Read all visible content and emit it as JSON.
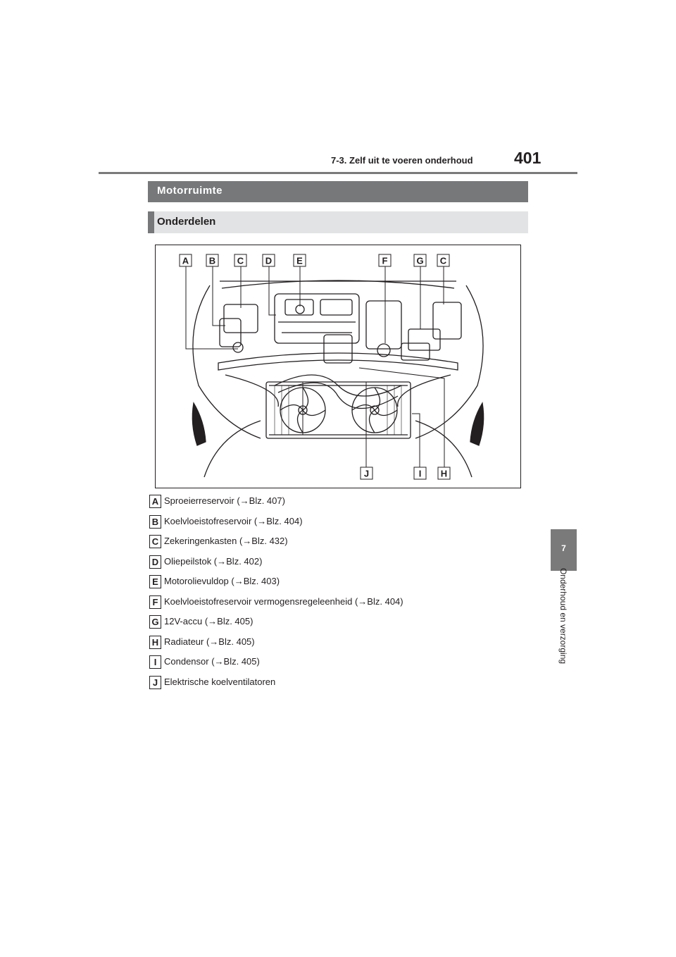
{
  "header": {
    "section": "7-3. Zelf uit te voeren onderhoud",
    "page_number": "401"
  },
  "side_tab": {
    "chapter": "7",
    "title": "Onderhoud en verzorging"
  },
  "headings": {
    "main": "Motorruimte",
    "sub": "Onderdelen"
  },
  "figure": {
    "top_labels": [
      "A",
      "B",
      "C",
      "D",
      "E",
      "F",
      "G",
      "C"
    ],
    "bottom_labels": [
      "J",
      "I",
      "H"
    ]
  },
  "items": [
    {
      "letter": "A",
      "text": "Sproeierreservoir (→Blz. 407)"
    },
    {
      "letter": "B",
      "text": "Koelvloeistofreservoir (→Blz. 404)"
    },
    {
      "letter": "C",
      "text": "Zekeringenkasten (→Blz. 432)"
    },
    {
      "letter": "D",
      "text": "Oliepeilstok (→Blz. 402)"
    },
    {
      "letter": "E",
      "text": "Motorolievuldop (→Blz. 403)"
    },
    {
      "letter": "F",
      "text": "Koelvloeistofreservoir vermogensregeleenheid (→Blz. 404)"
    },
    {
      "letter": "G",
      "text": "12V-accu (→Blz. 405)"
    },
    {
      "letter": "H",
      "text": "Radiateur (→Blz. 405)"
    },
    {
      "letter": "I",
      "text": "Condensor (→Blz. 405)"
    },
    {
      "letter": "J",
      "text": "Elektrische koelventilatoren"
    }
  ]
}
